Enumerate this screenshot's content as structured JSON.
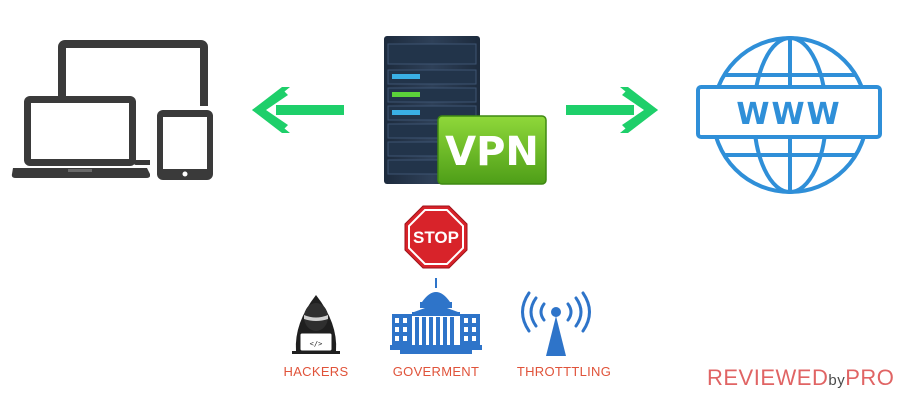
{
  "vpn": {
    "label": "VPN"
  },
  "stop_sign": {
    "label": "STOP"
  },
  "internet": {
    "label": "WWW"
  },
  "threats": [
    {
      "label": "HACKERS"
    },
    {
      "label": "GOVERMENT"
    },
    {
      "label": "THROTTTLING"
    }
  ],
  "brand": {
    "part1": "REVIEWED",
    "part2": "by",
    "part3": "PRO"
  },
  "colors": {
    "arrow": "#1ecf6a",
    "devices": "#3a3a3a",
    "globe": "#2f8fd8",
    "vpn_green": "#6dc02a",
    "stop_red": "#d8232a",
    "threat_text": "#e0533a",
    "building": "#2e74c9",
    "antenna": "#2e74c9"
  },
  "icons": [
    "devices-icon",
    "vpn-server-icon",
    "globe-www-icon",
    "stop-sign-icon",
    "hacker-icon",
    "government-building-icon",
    "antenna-icon"
  ]
}
